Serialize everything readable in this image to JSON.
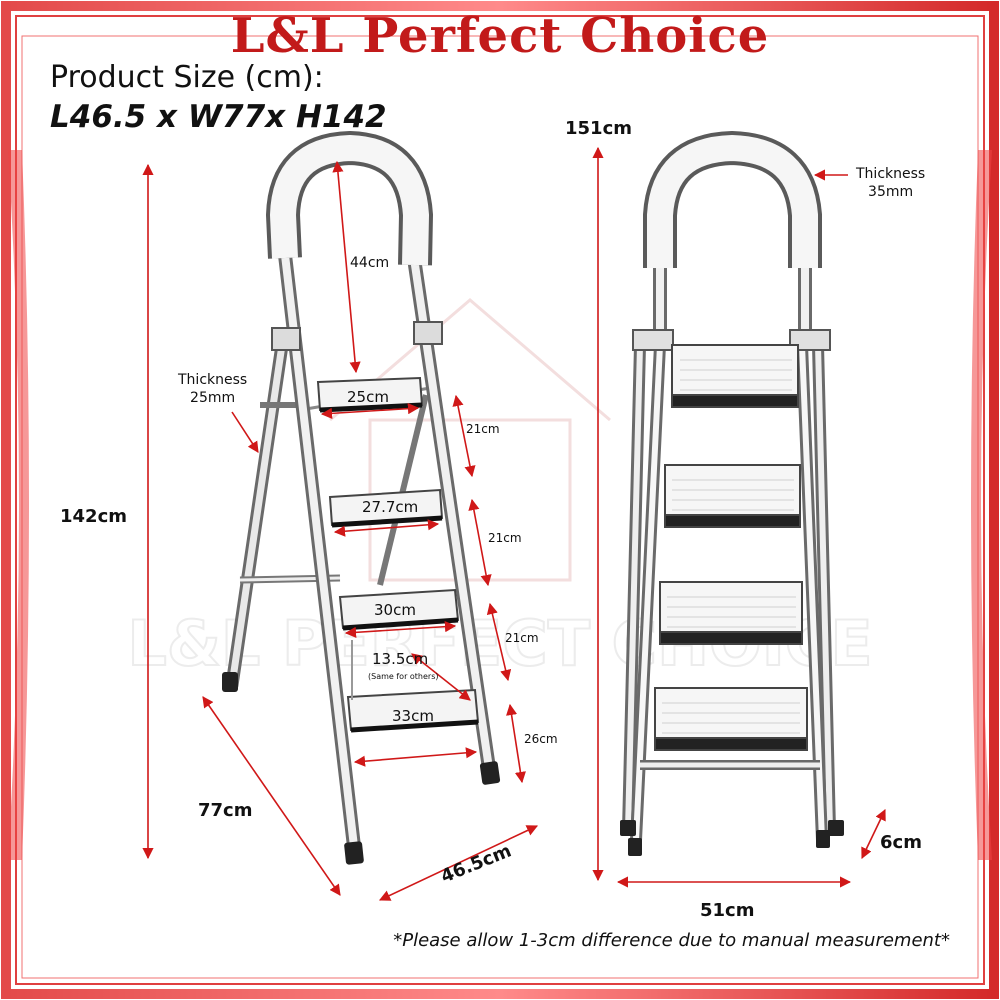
{
  "brand": {
    "name": "L&L Perfect Choice",
    "watermark": "L&L PERFECT CHOICE"
  },
  "product_size": {
    "label": "Product Size (cm):",
    "value": "L46.5 x W77x H142"
  },
  "side_view": {
    "height": "142cm",
    "depth": "77cm",
    "width": "46.5cm",
    "handle_height": "44cm",
    "frame_thickness": "Thickness\n25mm",
    "steps": [
      "25cm",
      "27.7cm",
      "30cm",
      "33cm"
    ],
    "step_gaps": [
      "21cm",
      "21cm",
      "21cm",
      "26cm"
    ],
    "step_depth": "13.5cm",
    "step_depth_note": "(Same for others)"
  },
  "front_view": {
    "height": "151cm",
    "handle_thickness": "Thickness\n35mm",
    "width": "51cm",
    "foot": "6cm"
  },
  "disclaimer": "*Please allow 1-3cm difference due to manual measurement*",
  "colors": {
    "accent": "#c21a1a",
    "frame": "#e03a3a",
    "metal": "#9a9a9a",
    "ink": "#111111"
  }
}
